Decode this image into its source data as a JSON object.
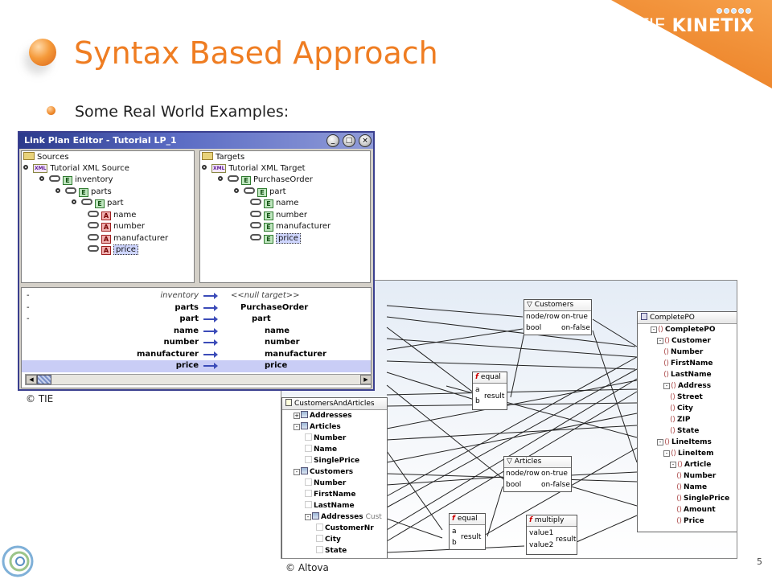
{
  "brand": {
    "prefix": "TIE ",
    "name": "KINETIX"
  },
  "slide": {
    "title": "Syntax Based Approach",
    "bullet": "Some Real World Examples:",
    "copyright_tie": "© TIE",
    "copyright_altova": "© Altova",
    "page_number": "5"
  },
  "link_plan_editor": {
    "title": "Link Plan Editor - Tutorial LP_1",
    "window_buttons": [
      "_",
      "□",
      "×"
    ],
    "sources": {
      "label": "Sources",
      "root": "Tutorial XML Source",
      "nodes": [
        {
          "name": "inventory",
          "type": "E"
        },
        {
          "name": "parts",
          "type": "E"
        },
        {
          "name": "part",
          "type": "E"
        },
        {
          "name": "name",
          "type": "A"
        },
        {
          "name": "number",
          "type": "A"
        },
        {
          "name": "manufacturer",
          "type": "A"
        },
        {
          "name": "price",
          "type": "A",
          "selected": true
        }
      ]
    },
    "targets": {
      "label": "Targets",
      "root": "Tutorial XML Target",
      "nodes": [
        {
          "name": "PurchaseOrder",
          "type": "E"
        },
        {
          "name": "part",
          "type": "E"
        },
        {
          "name": "name",
          "type": "E"
        },
        {
          "name": "number",
          "type": "E"
        },
        {
          "name": "manufacturer",
          "type": "E"
        },
        {
          "name": "price",
          "type": "E",
          "selected": true
        }
      ]
    },
    "mappings": [
      {
        "dash": "-",
        "source": "inventory",
        "target": "<<null target>>",
        "italic": true
      },
      {
        "dash": "-",
        "source": "parts",
        "target": "PurchaseOrder"
      },
      {
        "dash": "-",
        "source": "part",
        "target": "part"
      },
      {
        "dash": "",
        "source": "name",
        "target": "name"
      },
      {
        "dash": "",
        "source": "number",
        "target": "number"
      },
      {
        "dash": "",
        "source": "manufacturer",
        "target": "manufacturer"
      },
      {
        "dash": "",
        "source": "price",
        "target": "price",
        "highlighted": true
      }
    ]
  },
  "altova": {
    "source_component": {
      "title": "CustomersAndArticles",
      "rows": [
        {
          "label": "Addresses",
          "pm": "+",
          "icon": "tb",
          "indent": 0
        },
        {
          "label": "Articles",
          "pm": "-",
          "icon": "tb",
          "indent": 0
        },
        {
          "label": "Number",
          "icon": "f",
          "indent": 1
        },
        {
          "label": "Name",
          "icon": "f",
          "indent": 1
        },
        {
          "label": "SinglePrice",
          "icon": "f",
          "indent": 1
        },
        {
          "label": "Customers",
          "pm": "-",
          "icon": "tb",
          "indent": 0
        },
        {
          "label": "Number",
          "icon": "f",
          "indent": 1
        },
        {
          "label": "FirstName",
          "icon": "f",
          "indent": 1
        },
        {
          "label": "LastName",
          "icon": "f",
          "indent": 1
        },
        {
          "label": "Addresses",
          "pm": "-",
          "icon": "tb",
          "indent": 1,
          "suffix": "Cust"
        },
        {
          "label": "CustomerNr",
          "icon": "f",
          "indent": 2
        },
        {
          "label": "City",
          "icon": "f",
          "indent": 2
        },
        {
          "label": "State",
          "icon": "f",
          "indent": 2
        }
      ]
    },
    "target_component": {
      "title": "CompletePO",
      "rows": [
        {
          "label": "CompletePO",
          "pm": "-",
          "indent": 0
        },
        {
          "label": "Customer",
          "pm": "-",
          "indent": 1
        },
        {
          "label": "Number",
          "indent": 2
        },
        {
          "label": "FirstName",
          "indent": 2
        },
        {
          "label": "LastName",
          "indent": 2
        },
        {
          "label": "Address",
          "pm": "-",
          "indent": 2
        },
        {
          "label": "Street",
          "indent": 3
        },
        {
          "label": "City",
          "indent": 3
        },
        {
          "label": "ZIP",
          "indent": 3
        },
        {
          "label": "State",
          "indent": 3
        },
        {
          "label": "LineItems",
          "pm": "-",
          "indent": 1
        },
        {
          "label": "LineItem",
          "pm": "-",
          "indent": 2
        },
        {
          "label": "Article",
          "pm": "-",
          "indent": 3
        },
        {
          "label": "Number",
          "indent": 4
        },
        {
          "label": "Name",
          "indent": 4
        },
        {
          "label": "SinglePrice",
          "indent": 4
        },
        {
          "label": "Amount",
          "indent": 4
        },
        {
          "label": "Price",
          "indent": 4
        }
      ]
    },
    "filter_customers": {
      "title": "Customers",
      "in1": "node/row",
      "in2": "bool",
      "out1": "on-true",
      "out2": "on-false"
    },
    "filter_articles": {
      "title": "Articles",
      "in1": "node/row",
      "in2": "bool",
      "out1": "on-true",
      "out2": "on-false"
    },
    "equal_top": {
      "title": "equal",
      "in1": "a",
      "in2": "b",
      "out": "result"
    },
    "equal_bottom": {
      "title": "equal",
      "in1": "a",
      "in2": "b",
      "out": "result"
    },
    "multiply": {
      "title": "multiply",
      "in1": "value1",
      "in2": "value2",
      "out": "result"
    }
  }
}
